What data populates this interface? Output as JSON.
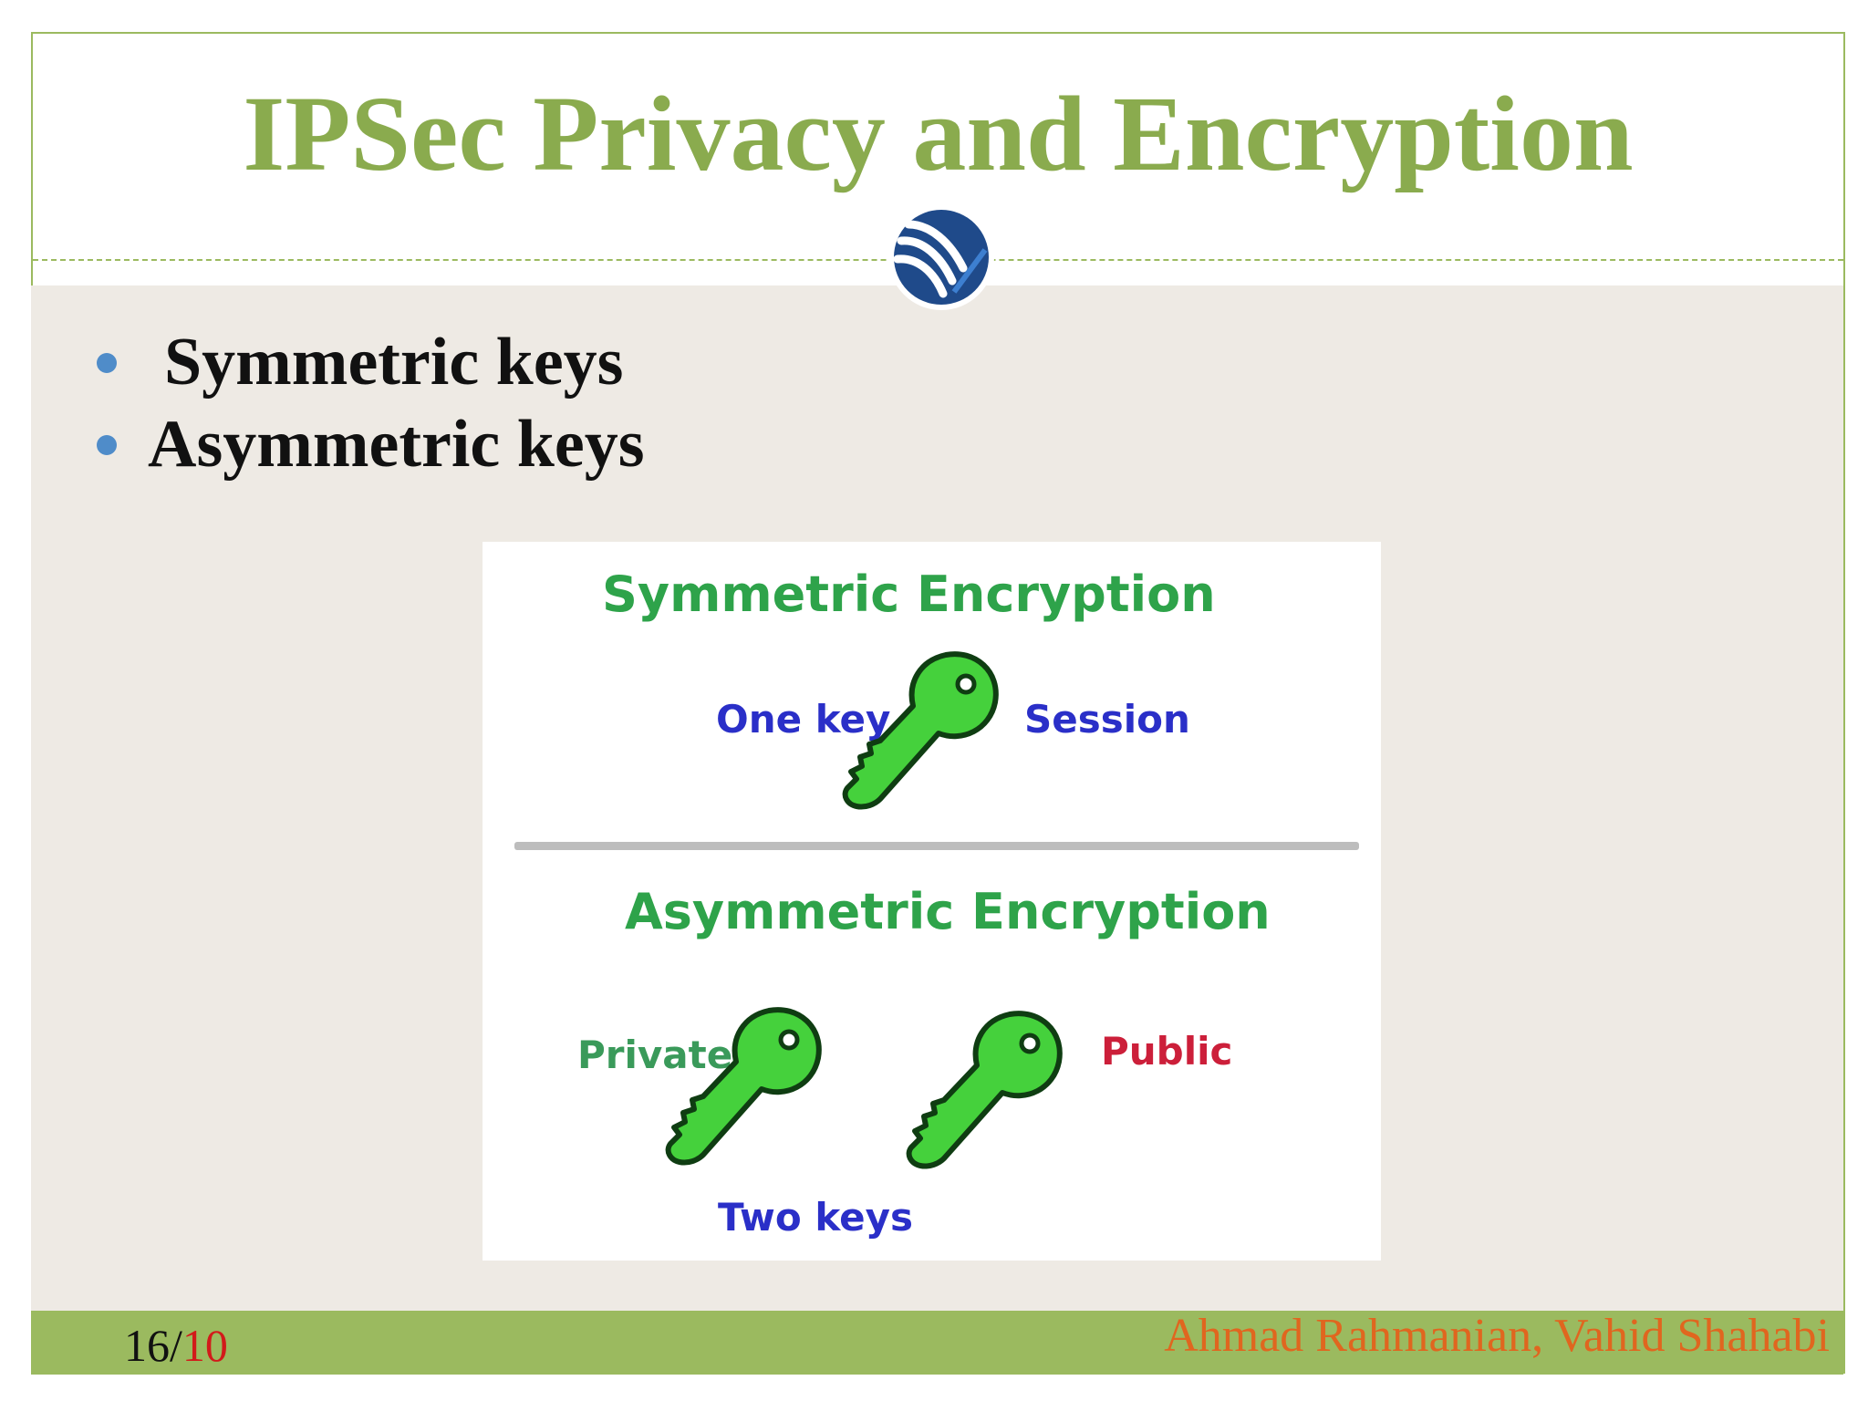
{
  "slide": {
    "title": "IPSec Privacy and Encryption",
    "bullets": [
      "Symmetric keys",
      "Asymmetric keys"
    ]
  },
  "figure": {
    "symmetric_heading": "Symmetric Encryption",
    "one_key_label": "One key",
    "session_label": "Session",
    "asymmetric_heading": "Asymmetric Encryption",
    "private_label": "Private",
    "public_label": "Public",
    "two_keys_label": "Two keys",
    "label_colors": {
      "heading": "#2ea34a",
      "blue": "#2a2fc8",
      "green": "#3a9a5a",
      "red": "#cc1f3a",
      "key_fill": "#45d13c"
    }
  },
  "footer": {
    "page_current": "16/",
    "page_total": "10",
    "authors": "Ahmad Rahmanian, Vahid Shahabi"
  },
  "logo": {
    "icon": "university-logo-icon"
  },
  "colors": {
    "accent_green": "#8aab4e",
    "footer_bar": "#9bba5f",
    "bullet_dot": "#4f8cc9",
    "authors_text": "#e0661f",
    "page_total_text": "#d21a1a"
  }
}
